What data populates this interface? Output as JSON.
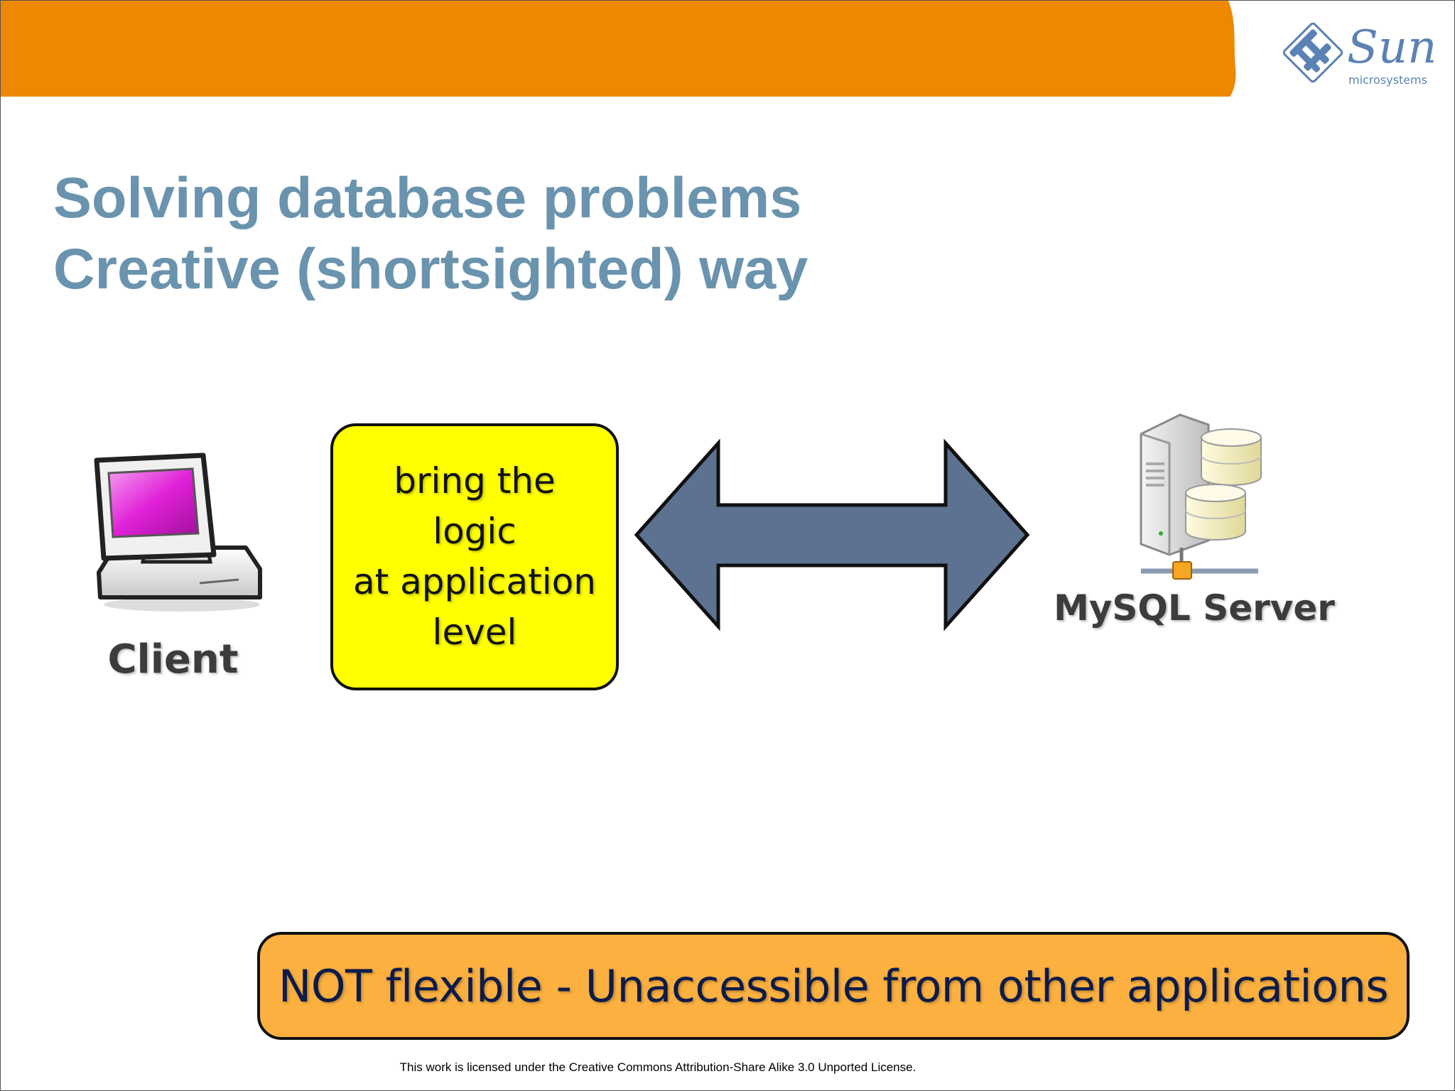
{
  "colors": {
    "banner": "#ed8800",
    "title": "#6a93ae",
    "logic_box": "#ffff00",
    "arrow": "#5d7290",
    "callout": "#fbb040",
    "callout_text": "#0c1b4a",
    "sun_logo": "#5b82b4"
  },
  "logo": {
    "brand": "Sun",
    "subtitle": "microsystems"
  },
  "title": {
    "line1": "Solving database problems",
    "line2": "Creative (shortsighted) way"
  },
  "diagram": {
    "client_label": "Client",
    "client_icon": "computer-icon",
    "logic_box": {
      "line1": "bring the logic",
      "line2": "at application",
      "line3": "level"
    },
    "connector_icon": "double-headed-arrow",
    "server_label": "MySQL Server",
    "server_icon": "database-server-icon"
  },
  "callout": {
    "text": "NOT flexible - Unaccessible from other applications"
  },
  "footer": {
    "license": "This work is licensed under the Creative Commons Attribution-Share Alike 3.0 Unported License."
  }
}
